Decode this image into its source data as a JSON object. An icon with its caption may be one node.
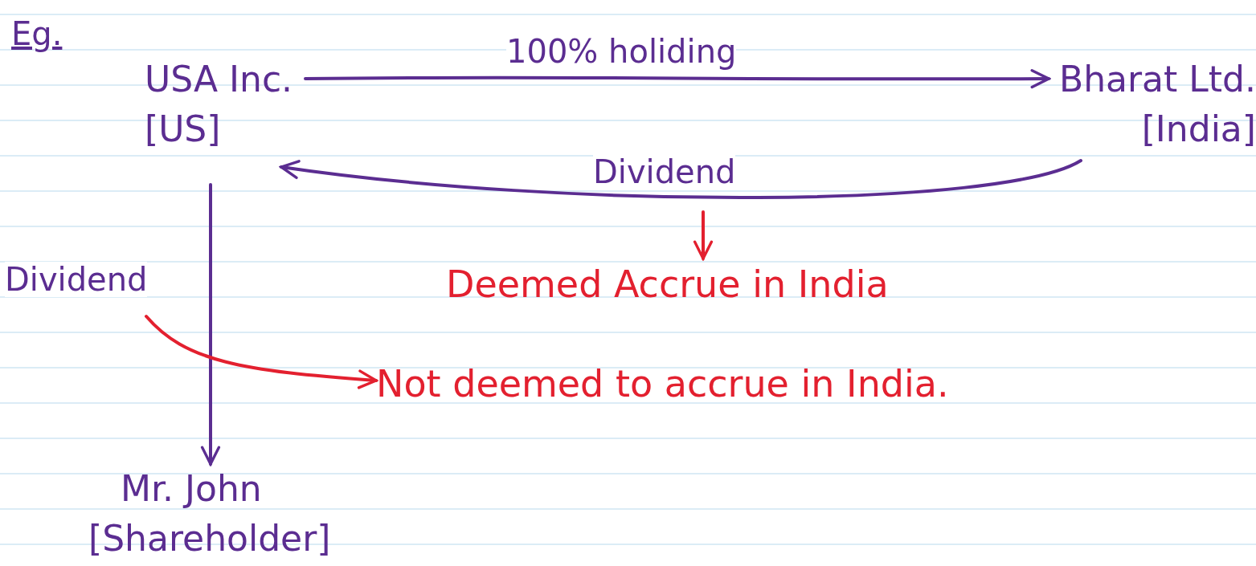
{
  "diagram": {
    "nodes": [
      {
        "text": [
          "USA Inc.",
          "[US]"
        ]
      },
      {
        "text": [
          "Bharat Ltd.",
          "[India]"
        ]
      },
      {
        "text": [
          "Mr. John",
          "[Shareholder]"
        ]
      },
      {
        "text": [
          "Deemed Accrue in India"
        ]
      },
      {
        "text": [
          "Not deemed to accrue in India."
        ]
      }
    ],
    "edges": [
      {
        "from": 0,
        "to": 1,
        "arrow": "to",
        "label": "100% holiding"
      },
      {
        "from": 1,
        "to": 0,
        "arrow": "to",
        "label": "Dividend"
      },
      {
        "from": null,
        "to": 3,
        "arrow": "to",
        "color": "#e3202f"
      },
      {
        "from": 0,
        "to": 2,
        "arrow": "to",
        "label": "Dividend"
      },
      {
        "from": null,
        "to": 4,
        "arrow": "to",
        "color": "#e3202f"
      }
    ],
    "labels": [
      "Eg."
    ]
  }
}
